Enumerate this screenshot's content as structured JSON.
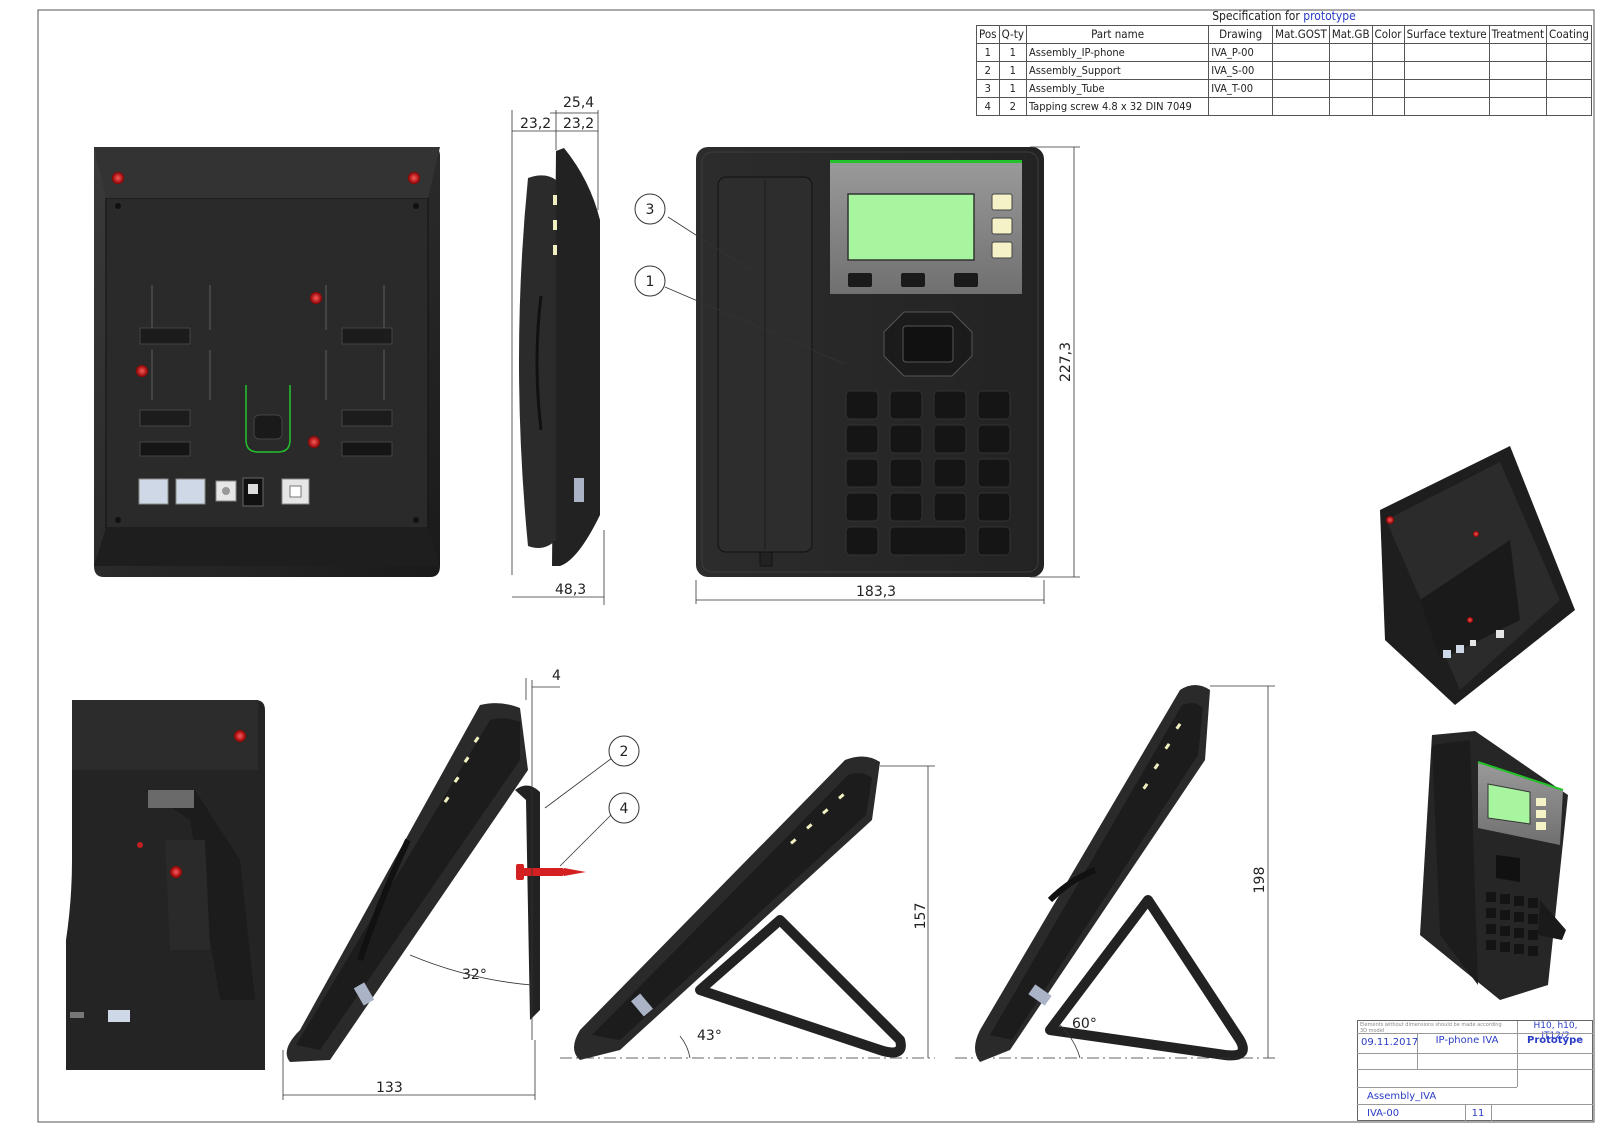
{
  "specification": {
    "title_prefix": "Specification for",
    "title_value": "prototype",
    "headers": [
      "Pos",
      "Q-ty",
      "Part name",
      "Drawing",
      "Mat.GOST",
      "Mat.GB",
      "Color",
      "Surface texture",
      "Treatment",
      "Coating"
    ],
    "rows": [
      {
        "pos": "1",
        "qty": "1",
        "name": "Assembly_IP-phone",
        "drawing": "IVA_P-00"
      },
      {
        "pos": "2",
        "qty": "1",
        "name": "Assembly_Support",
        "drawing": "IVA_S-00"
      },
      {
        "pos": "3",
        "qty": "1",
        "name": "Assembly_Tube",
        "drawing": "IVA_T-00"
      },
      {
        "pos": "4",
        "qty": "2",
        "name": "Tapping screw 4.8 x 32  DIN 7049",
        "drawing": ""
      }
    ]
  },
  "dimensions": {
    "side_top_a": "25,4",
    "side_top_b": "23,2",
    "side_top_c": "23,2",
    "side_bottom": "48,3",
    "front_width": "183,3",
    "front_height": "227,3",
    "wall_offset": "4",
    "wall_angle": "32°",
    "wall_depth": "133",
    "stand_43_angle": "43°",
    "stand_43_height": "157",
    "stand_60_angle": "60°",
    "stand_60_height": "198"
  },
  "callouts": [
    "3",
    "1",
    "2",
    "4"
  ],
  "title_block": {
    "note": "Elements without dimensions should be made according 3D model",
    "tolerance": "H10, h10, IT12/2",
    "date": "09.11.2017",
    "project": "IP-phone IVA",
    "stage": "Prototype",
    "part_name": "Assembly_IVA",
    "code": "IVA-00",
    "sheet": "11"
  },
  "colors": {
    "body": "#262626",
    "screen": "#a8f5a0",
    "accent_green": "#22c32a",
    "screw_red": "#d42020"
  }
}
